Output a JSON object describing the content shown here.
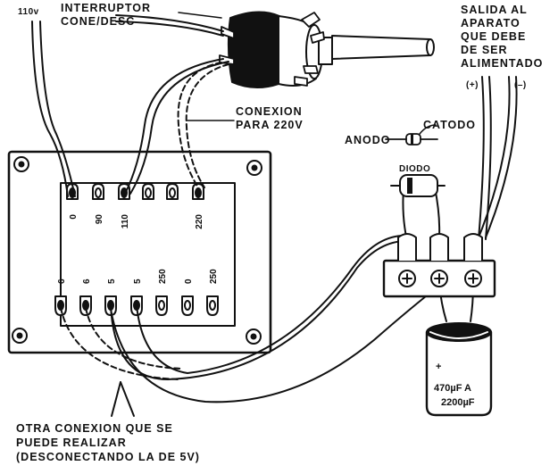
{
  "labels": {
    "voltage_in": "110v",
    "switch": [
      "INTERRUPTOR",
      "CONE/DESC"
    ],
    "conexion_220": [
      "CONEXION",
      "PARA 220V"
    ],
    "salida": [
      "SALIDA AL",
      "APARATO",
      "QUE DEBE",
      "DE SER",
      "ALIMENTADO"
    ],
    "pos": "(+)",
    "neg": "(–)",
    "anodo": "ANODO",
    "catodo": "CATODO",
    "diodo": "DIODO",
    "otra": [
      "OTRA CONEXION QUE SE",
      "PUEDE REALIZAR",
      "(DESCONECTANDO LA DE 5V)"
    ]
  },
  "primary_taps": [
    "0",
    "90",
    "110",
    "",
    "",
    "220"
  ],
  "secondary_taps": [
    "6",
    "6",
    "5",
    "5",
    "250",
    "0",
    "250"
  ],
  "capacitor": {
    "plus": "+",
    "value_line1": "470µF A",
    "value_line2": "2200µF"
  }
}
